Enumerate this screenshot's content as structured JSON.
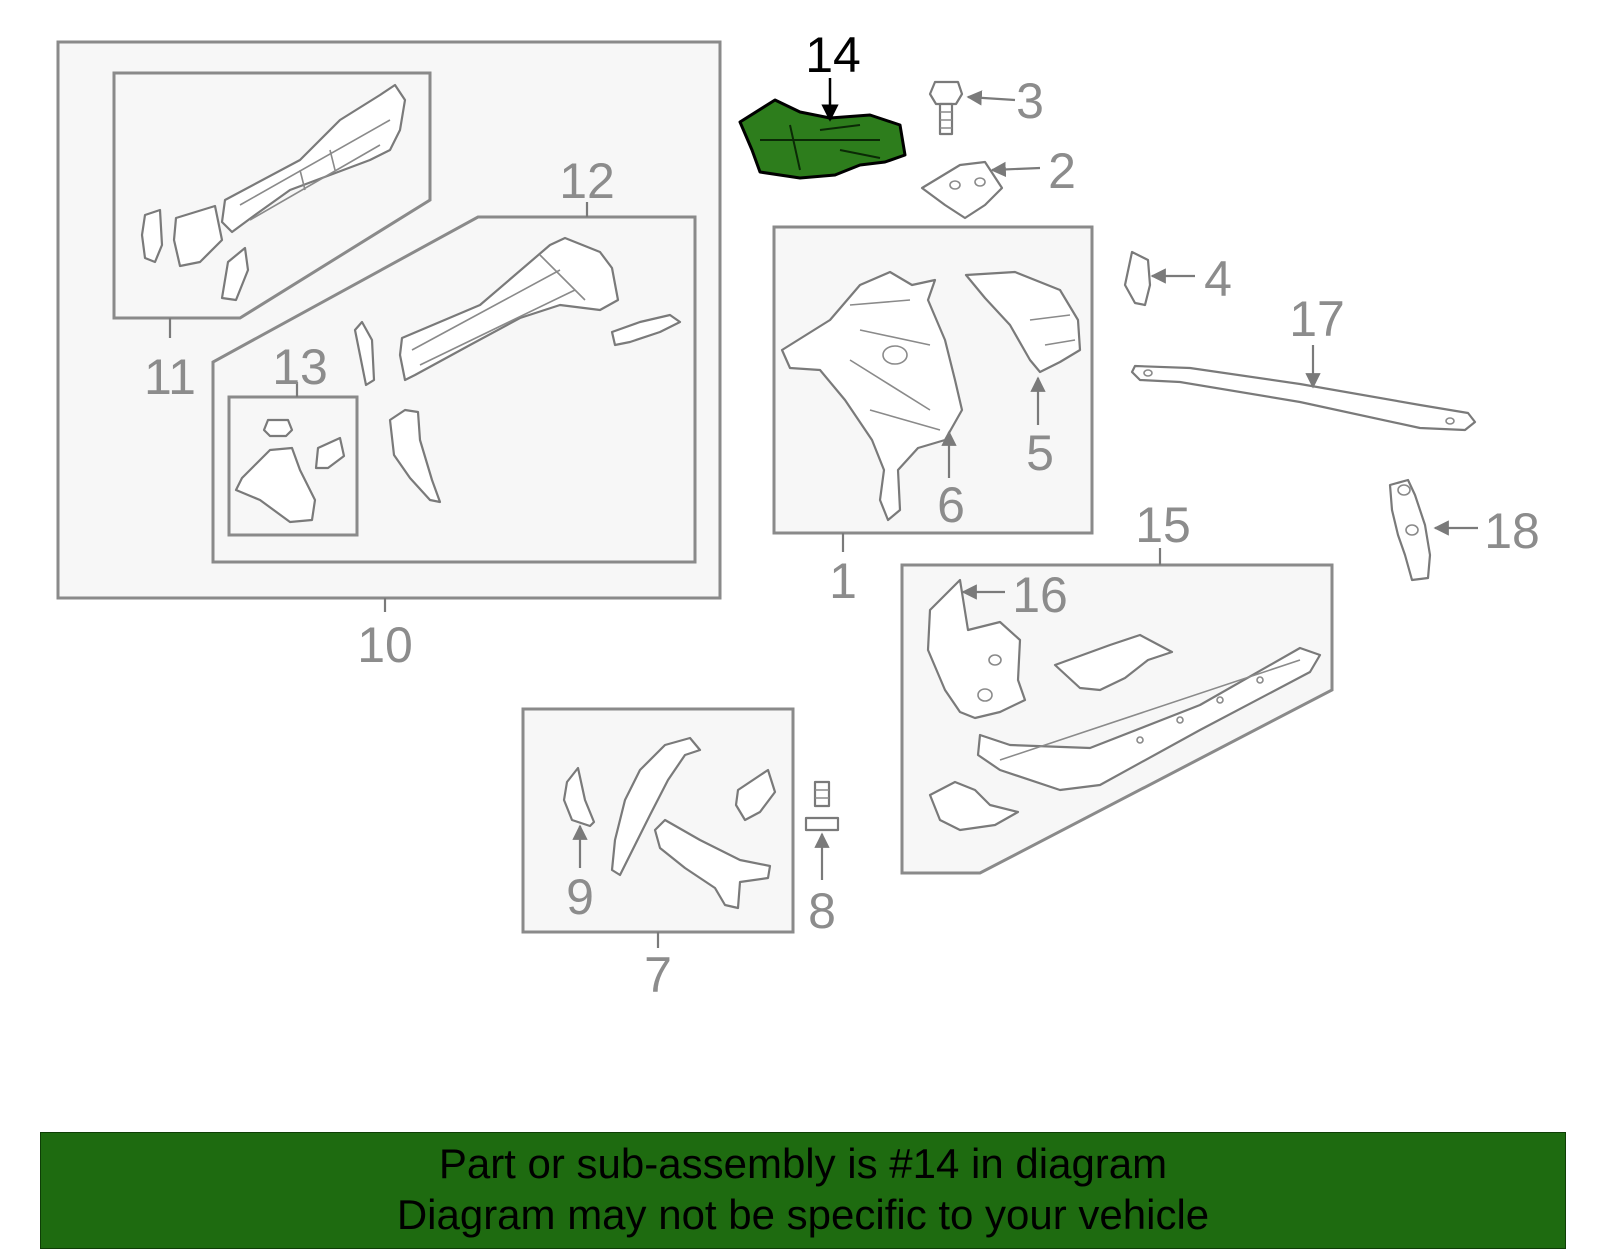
{
  "callouts": {
    "n1": "1",
    "n2": "2",
    "n3": "3",
    "n4": "4",
    "n5": "5",
    "n6": "6",
    "n7": "7",
    "n8": "8",
    "n9": "9",
    "n10": "10",
    "n11": "11",
    "n12": "12",
    "n13": "13",
    "n14": "14",
    "n15": "15",
    "n16": "16",
    "n17": "17",
    "n18": "18"
  },
  "highlight": {
    "part_number": "14",
    "color": "#2d7d1c"
  },
  "banner": {
    "line1": "Part or sub-assembly is #14 in diagram",
    "line2": "Diagram may not be specific to your vehicle",
    "background": "#1e6b10"
  }
}
